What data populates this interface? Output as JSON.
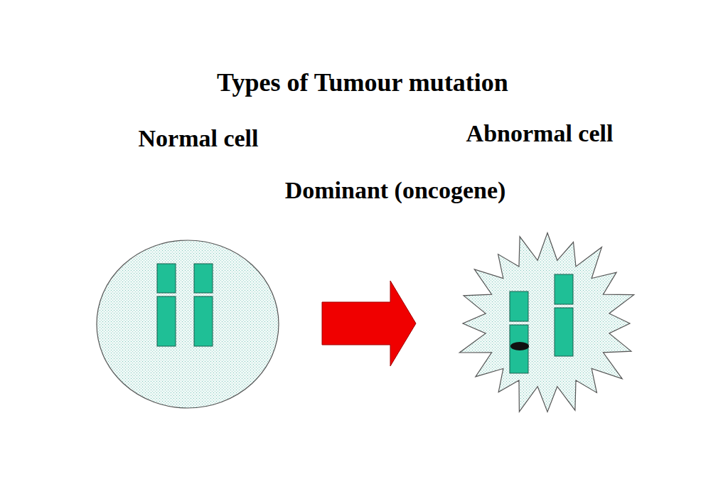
{
  "diagram": {
    "title": "Types of Tumour mutation",
    "labels": [
      "Normal cell",
      "Abnormal cell",
      "Dominant (oncogene)"
    ]
  }
}
